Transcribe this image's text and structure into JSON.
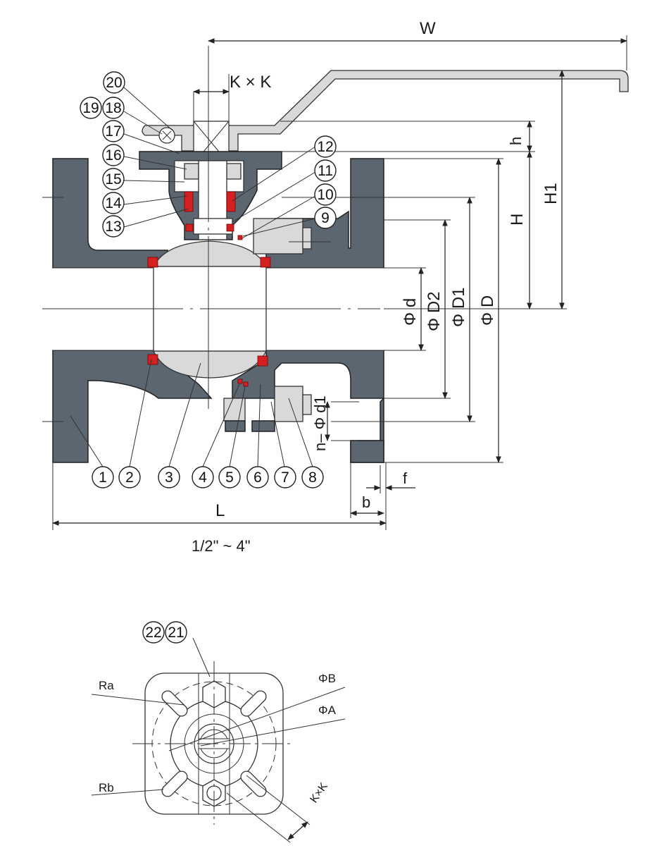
{
  "dimensions": {
    "W": "W",
    "KxK": "K × K",
    "h": "h",
    "H": "H",
    "H1": "H1",
    "phi_d": "Φ d",
    "phi_D2": "Φ D2",
    "phi_D1": "Φ D1",
    "phi_D": "Φ D",
    "n_phi_d1": "n– Φ d1",
    "f": "f",
    "b": "b",
    "L": "L",
    "size_range": "1/2\" ~ 4\""
  },
  "top_view": {
    "Ra": "Ra",
    "Rb": "Rb",
    "phi_B": "ΦB",
    "phi_A": "ΦA",
    "KxK": "K×K"
  },
  "part_numbers": {
    "p1": "1",
    "p2": "2",
    "p3": "3",
    "p4": "4",
    "p5": "5",
    "p6": "6",
    "p7": "7",
    "p8": "8",
    "p9": "9",
    "p10": "10",
    "p11": "11",
    "p12": "12",
    "p13": "13",
    "p14": "14",
    "p15": "15",
    "p16": "16",
    "p17": "17",
    "p18": "18",
    "p19": "19",
    "p20": "20",
    "p21": "21",
    "p22": "22"
  },
  "colors": {
    "body": "#5b6670",
    "seal": "#d42020",
    "handle": "#d9d9d9"
  }
}
